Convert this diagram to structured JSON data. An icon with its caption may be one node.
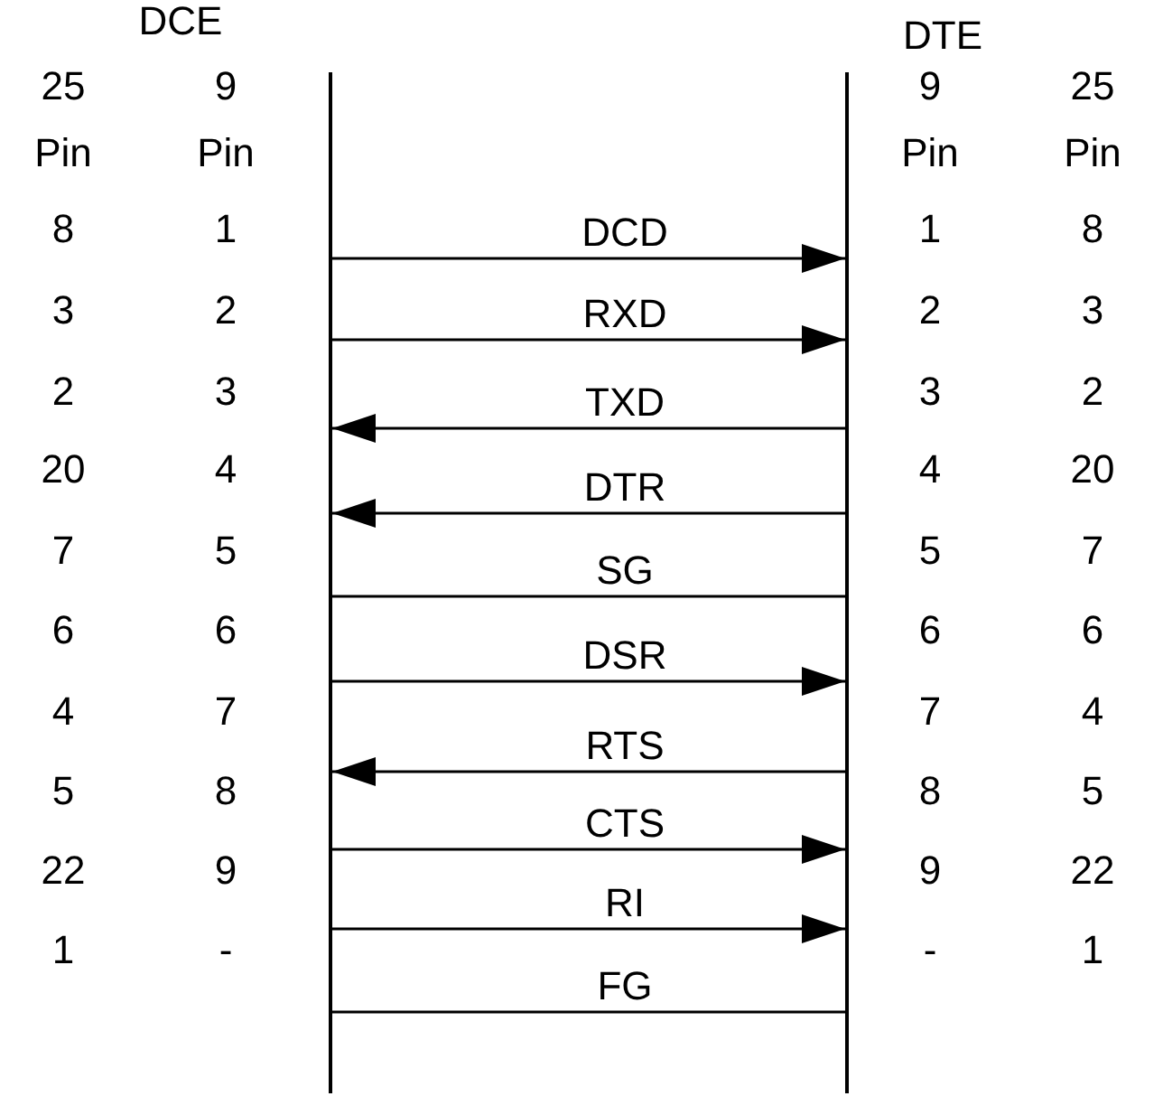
{
  "diagram": {
    "nodes": [
      {
        "text": [],
        "shape": "bar"
      },
      {
        "text": [],
        "shape": "bar"
      }
    ],
    "edges": [
      {
        "from": 0,
        "to": 1,
        "arrow": "to",
        "label": "DCD"
      },
      {
        "from": 0,
        "to": 1,
        "arrow": "to",
        "label": "RXD"
      },
      {
        "from": 1,
        "to": 0,
        "arrow": "to",
        "label": "TXD"
      },
      {
        "from": 1,
        "to": 0,
        "arrow": "to",
        "label": "DTR"
      },
      {
        "from": 0,
        "to": 1,
        "arrow": "none",
        "label": "SG"
      },
      {
        "from": 0,
        "to": 1,
        "arrow": "to",
        "label": "DSR"
      },
      {
        "from": 1,
        "to": 0,
        "arrow": "to",
        "label": "RTS"
      },
      {
        "from": 0,
        "to": 1,
        "arrow": "to",
        "label": "CTS"
      },
      {
        "from": 0,
        "to": 1,
        "arrow": "to",
        "label": "RI"
      },
      {
        "from": 0,
        "to": 1,
        "arrow": "none",
        "label": "FG"
      }
    ],
    "labels": [
      "DCE",
      "DTE",
      "25",
      "9",
      "9",
      "25",
      "Pin",
      "Pin",
      "Pin",
      "Pin",
      "8",
      "1",
      "1",
      "8",
      "3",
      "2",
      "2",
      "3",
      "2",
      "3",
      "3",
      "2",
      "20",
      "4",
      "4",
      "20",
      "7",
      "5",
      "5",
      "7",
      "6",
      "6",
      "6",
      "6",
      "4",
      "7",
      "7",
      "4",
      "5",
      "8",
      "8",
      "5",
      "22",
      "9",
      "9",
      "22",
      "1",
      "-",
      "-",
      "1"
    ]
  }
}
